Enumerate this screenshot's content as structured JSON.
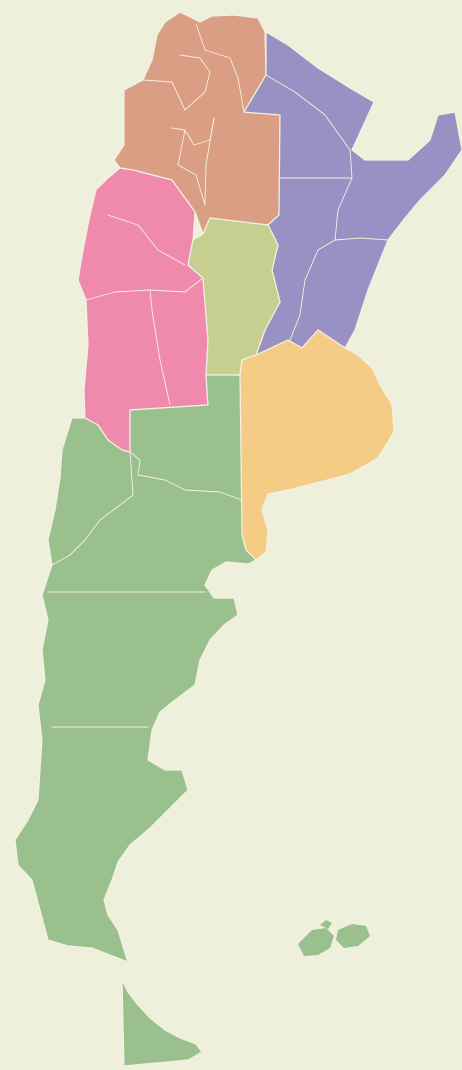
{
  "map": {
    "background_color": "#eef0dc",
    "border_color": "#f3f1e2",
    "regions": [
      {
        "id": "northwest",
        "color": "#d99e84"
      },
      {
        "id": "northeast",
        "color": "#9991c3"
      },
      {
        "id": "cuyo",
        "color": "#f08aad"
      },
      {
        "id": "center",
        "color": "#c6ce90"
      },
      {
        "id": "pampas",
        "color": "#f4cc85"
      },
      {
        "id": "patagonia",
        "color": "#9ac08e"
      }
    ]
  }
}
